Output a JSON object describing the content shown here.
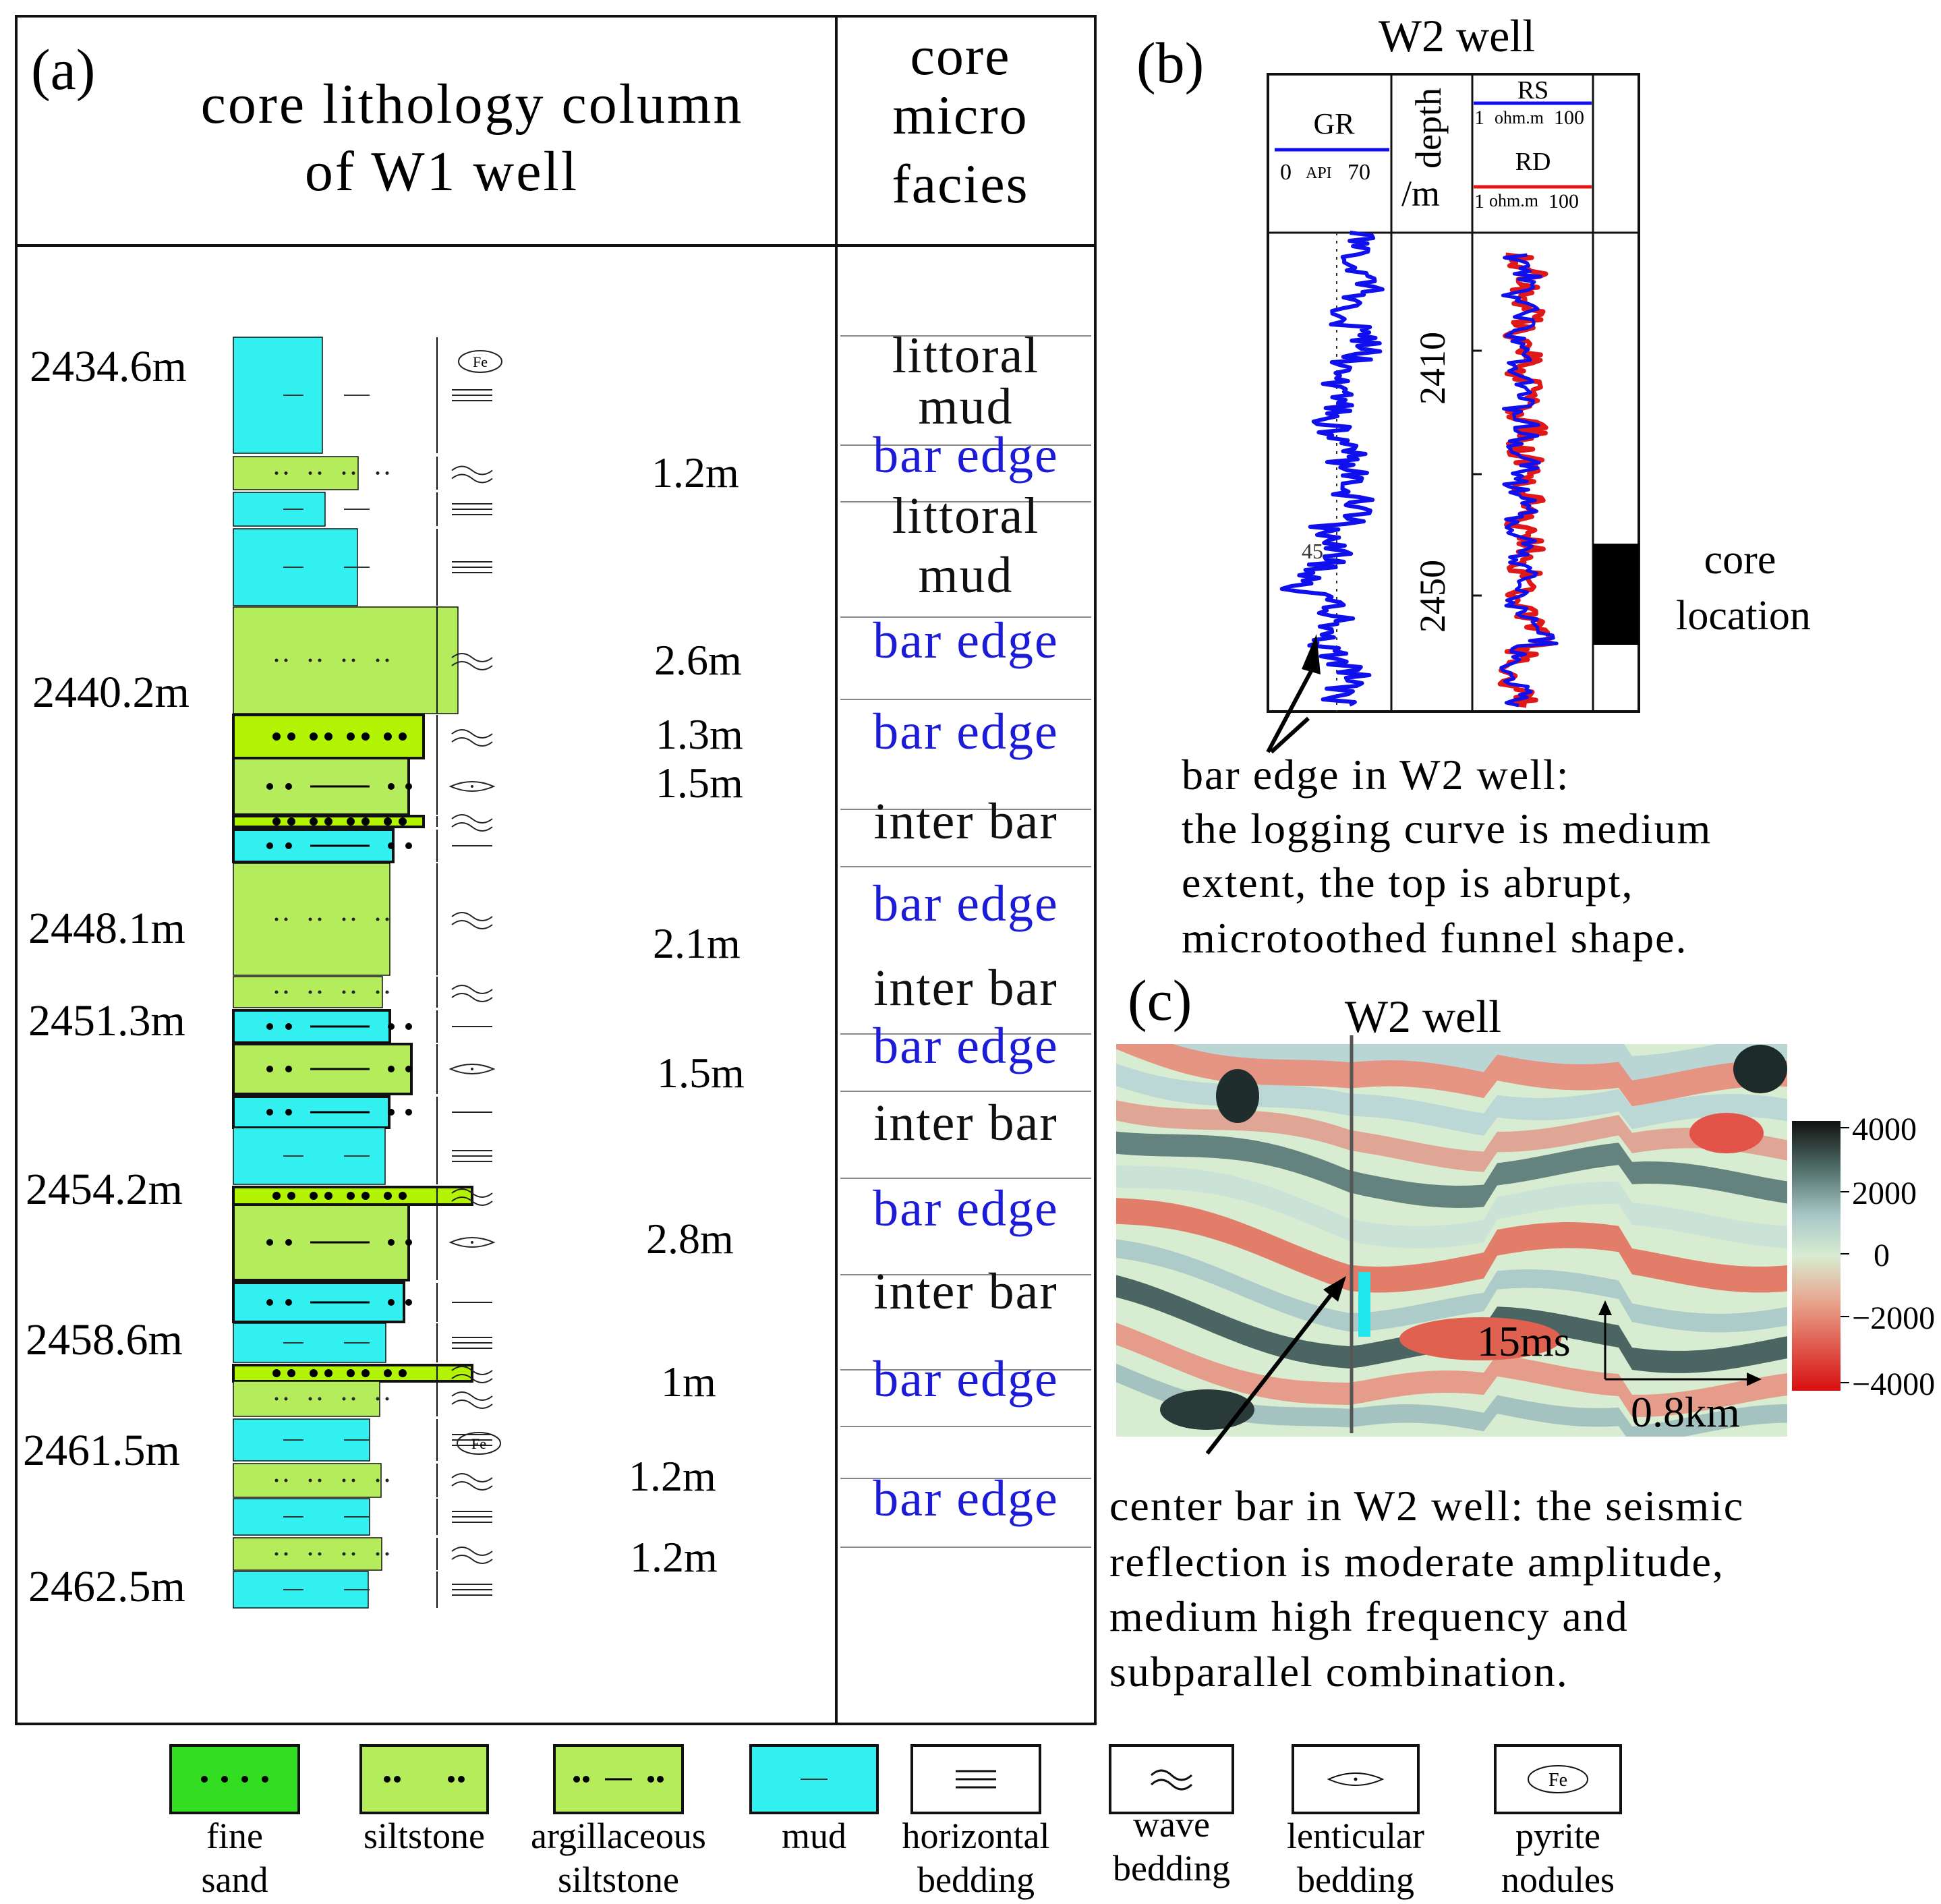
{
  "panel_a": {
    "label": "(a)",
    "title_line1": "core  lithology  column",
    "title_line2": "of W1 well",
    "facies_header": [
      "core",
      "micro",
      "facies"
    ],
    "depths": [
      "2434.6m",
      "2440.2m",
      "2448.1m",
      "2451.3m",
      "2454.2m",
      "2458.6m",
      "2461.5m",
      "2462.5m"
    ],
    "thicknesses": [
      "1.2m",
      "2.6m",
      "1.3m",
      "1.5m",
      "2.1m",
      "1.5m",
      "2.8m",
      "1m",
      "1.2m",
      "1.2m"
    ],
    "facies": [
      {
        "text": "littoral",
        "color": "#111111"
      },
      {
        "text": "mud",
        "color": "#111111"
      },
      {
        "text": "bar edge",
        "color": "#1c1cd8"
      },
      {
        "text": "littoral",
        "color": "#111111"
      },
      {
        "text": "mud",
        "color": "#111111"
      },
      {
        "text": "bar edge",
        "color": "#1c1cd8"
      },
      {
        "text": "bar edge",
        "color": "#1c1cd8"
      },
      {
        "text": "inter bar",
        "color": "#111111"
      },
      {
        "text": "bar edge",
        "color": "#1c1cd8"
      },
      {
        "text": "inter bar",
        "color": "#111111"
      },
      {
        "text": "bar edge",
        "color": "#1c1cd8"
      },
      {
        "text": "inter bar",
        "color": "#111111"
      },
      {
        "text": "bar edge",
        "color": "#1c1cd8"
      },
      {
        "text": "inter bar",
        "color": "#111111"
      },
      {
        "text": "bar edge",
        "color": "#1c1cd8"
      },
      {
        "text": "bar edge",
        "color": "#1c1cd8"
      }
    ],
    "fe_label": "Fe"
  },
  "panel_b": {
    "label": "(b)",
    "title": "W2 well",
    "gr": {
      "name": "GR",
      "min": "0",
      "unit": "API",
      "max": "70"
    },
    "depth_header": [
      "depth",
      "/m"
    ],
    "rs": {
      "name": "RS",
      "min": "1",
      "unit": "ohm.m",
      "max": "100"
    },
    "rd": {
      "name": "RD",
      "min": "1",
      "unit": "ohm.m",
      "max": "100"
    },
    "depth_ticks": [
      "2410",
      "2450"
    ],
    "gr_marker": "45",
    "core_location": [
      "core",
      "location"
    ],
    "annotation": [
      "bar edge in W2 well:",
      "the logging curve is medium",
      "extent, the top is abrupt,",
      "microtoothed funnel shape."
    ]
  },
  "panel_c": {
    "label": "(c)",
    "title": "W2 well",
    "scale_time": "15ms",
    "scale_dist": "0.8km",
    "colorbar_ticks": [
      "4000",
      "2000",
      "0",
      "−2000",
      "−4000"
    ],
    "annotation": [
      "center bar in W2 well: the seismic",
      "reflection is moderate amplitude,",
      "medium high frequency and",
      "subparallel combination."
    ]
  },
  "legend": [
    {
      "line1": "fine",
      "line2": "sand"
    },
    {
      "line1": "siltstone",
      "line2": ""
    },
    {
      "line1": "argillaceous",
      "line2": "siltstone"
    },
    {
      "line1": "mud",
      "line2": ""
    },
    {
      "line1": "horizontal",
      "line2": "bedding"
    },
    {
      "line1": "wave",
      "line2": "bedding"
    },
    {
      "line1": "lenticular",
      "line2": "bedding"
    },
    {
      "line1": "pyrite",
      "line2": "nodules"
    }
  ],
  "colors": {
    "mud": "#33f0f0",
    "siltstone": "#b4ec5c",
    "fine_sand": "#b2f404",
    "legend_fine_sand": "#33dd22",
    "blue_text": "#1c1cd8",
    "gr_curve": "#1010ee",
    "rd_curve": "#e01818"
  }
}
